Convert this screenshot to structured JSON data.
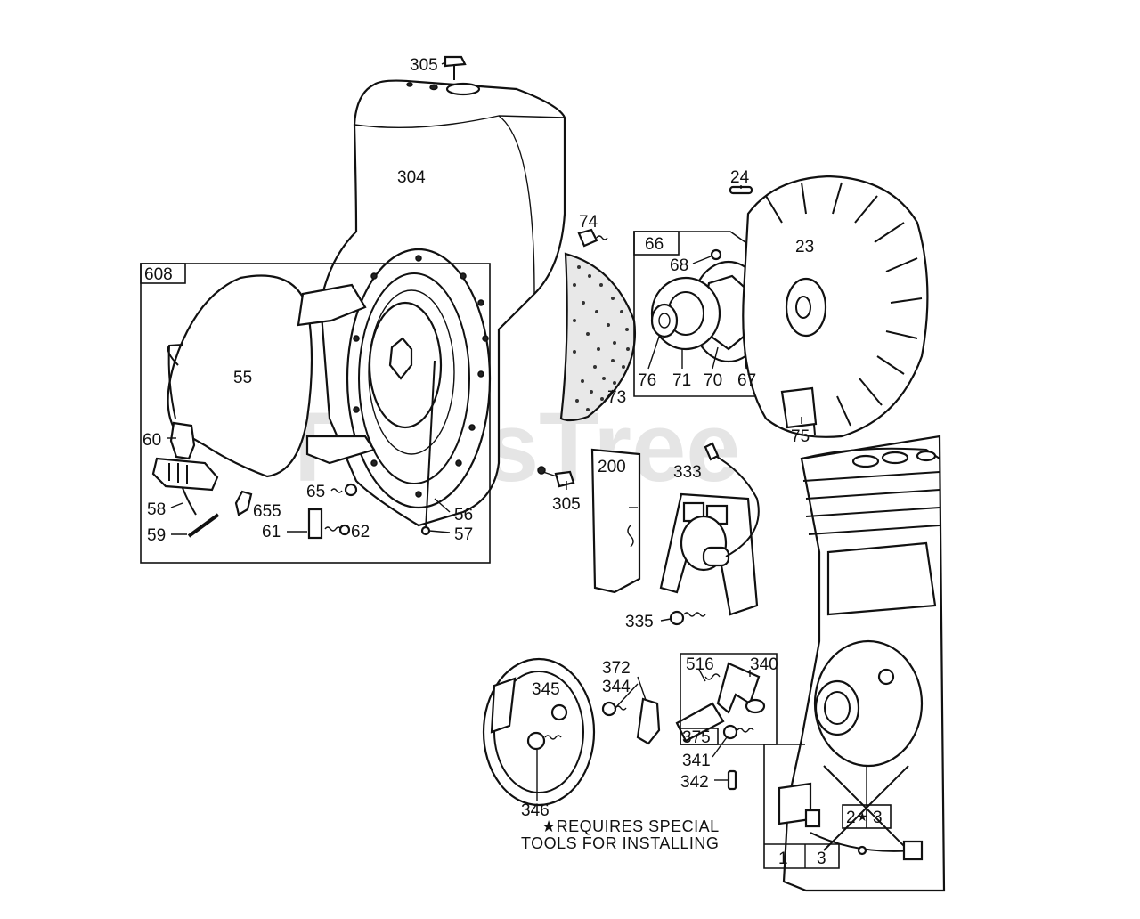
{
  "watermark": "PartsTree",
  "watermark_tm": "™",
  "callouts": {
    "c305_top": "305",
    "c304": "304",
    "c608": "608",
    "c55": "55",
    "c60": "60",
    "c58": "58",
    "c59": "59",
    "c655": "655",
    "c65": "65",
    "c61": "61",
    "c62": "62",
    "c56": "56",
    "c57": "57",
    "c305_mid": "305",
    "c73": "73",
    "c74": "74",
    "c66": "66",
    "c68": "68",
    "c76": "76",
    "c71": "71",
    "c70": "70",
    "c67": "67",
    "c24": "24",
    "c23": "23",
    "c75": "75",
    "c200": "200",
    "c333": "333",
    "c335": "335",
    "c372": "372",
    "c344": "344",
    "c516": "516",
    "c340": "340",
    "c375": "375",
    "c341": "341",
    "c342": "342",
    "c345": "345",
    "c346": "346",
    "c2star3_a": "2",
    "c2star3_star": "★",
    "c2star3_b": "3",
    "c1": "1",
    "c3": "3"
  },
  "note": {
    "line1": "★REQUIRES SPECIAL",
    "line2": "TOOLS FOR INSTALLING"
  }
}
